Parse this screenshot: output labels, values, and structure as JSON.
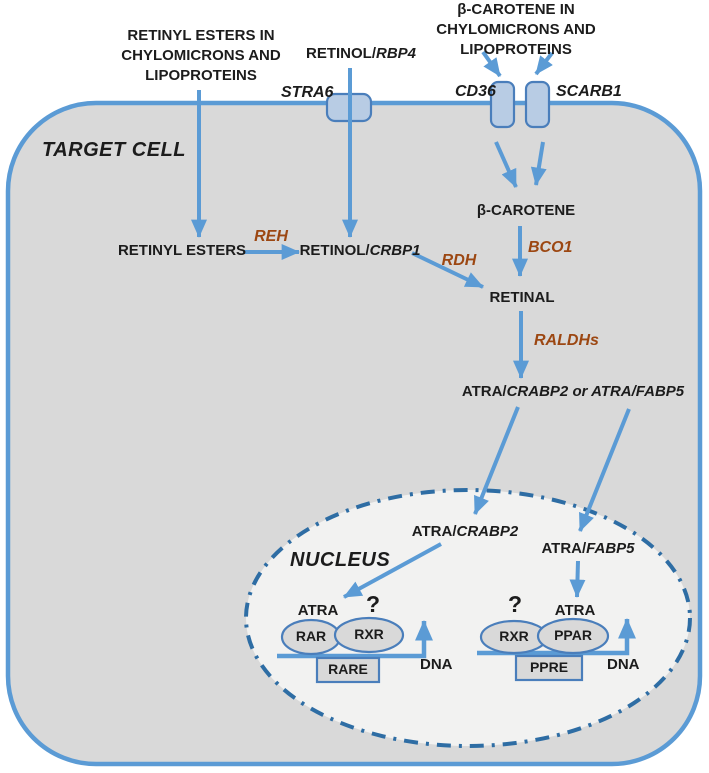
{
  "colors": {
    "arrow_blue": "#5b9bd5",
    "cell_border_blue": "#5b9bd5",
    "cell_fill_gray": "#d9d9d9",
    "nucleus_fill": "#f2f2f1",
    "nucleus_border_blue": "#2e6da4",
    "transporter_fill": "#b8cce4",
    "shape_border_blue": "#4a7ebb",
    "receptor_fill": "#d9d9d9",
    "enzyme_text_brown": "#9c4712",
    "text_black": "#1c1c1c"
  },
  "outside": {
    "retinyl_esters_lipo": "RETINYL ESTERS IN\nCHYLOMICRONS AND\nLIPOPROTEINS",
    "retinol_rbp4": {
      "prefix": "RETINOL/",
      "gene": "RBP4"
    },
    "beta_carotene_lipo": "β-CAROTENE IN\nCHYLOMICRONS AND\nLIPOPROTEINS"
  },
  "membrane": {
    "stra6": "STRA6",
    "cd36": "CD36",
    "scarb1": "SCARB1"
  },
  "cell": {
    "title": "TARGET CELL",
    "retinyl_esters": "RETINYL ESTERS",
    "retinol_crbp1": {
      "prefix": "RETINOL/",
      "gene": "CRBP1"
    },
    "beta_carotene": "β-CAROTENE",
    "retinal": "RETINAL",
    "atra_combo": {
      "p1": "ATRA/",
      "p2": "CRABP2",
      "p3": " or ",
      "p4": "ATRA/FABP5"
    },
    "enzymes": {
      "reh": "REH",
      "rdh": "RDH",
      "bco1": "BCO1",
      "raldhs": "RALDHs"
    }
  },
  "nucleus": {
    "title": "NUCLEUS",
    "atra_crabp2": {
      "prefix": "ATRA/",
      "gene": "CRABP2"
    },
    "atra_fabp5": {
      "prefix": "ATRA/",
      "gene": "FABP5"
    },
    "left_complex": {
      "ligand": "ATRA",
      "question": "?",
      "receptor1": "RAR",
      "receptor2": "RXR",
      "response_element": "RARE",
      "dna": "DNA"
    },
    "right_complex": {
      "question": "?",
      "ligand": "ATRA",
      "receptor1": "RXR",
      "receptor2": "PPAR",
      "response_element": "PPRE",
      "dna": "DNA"
    }
  }
}
